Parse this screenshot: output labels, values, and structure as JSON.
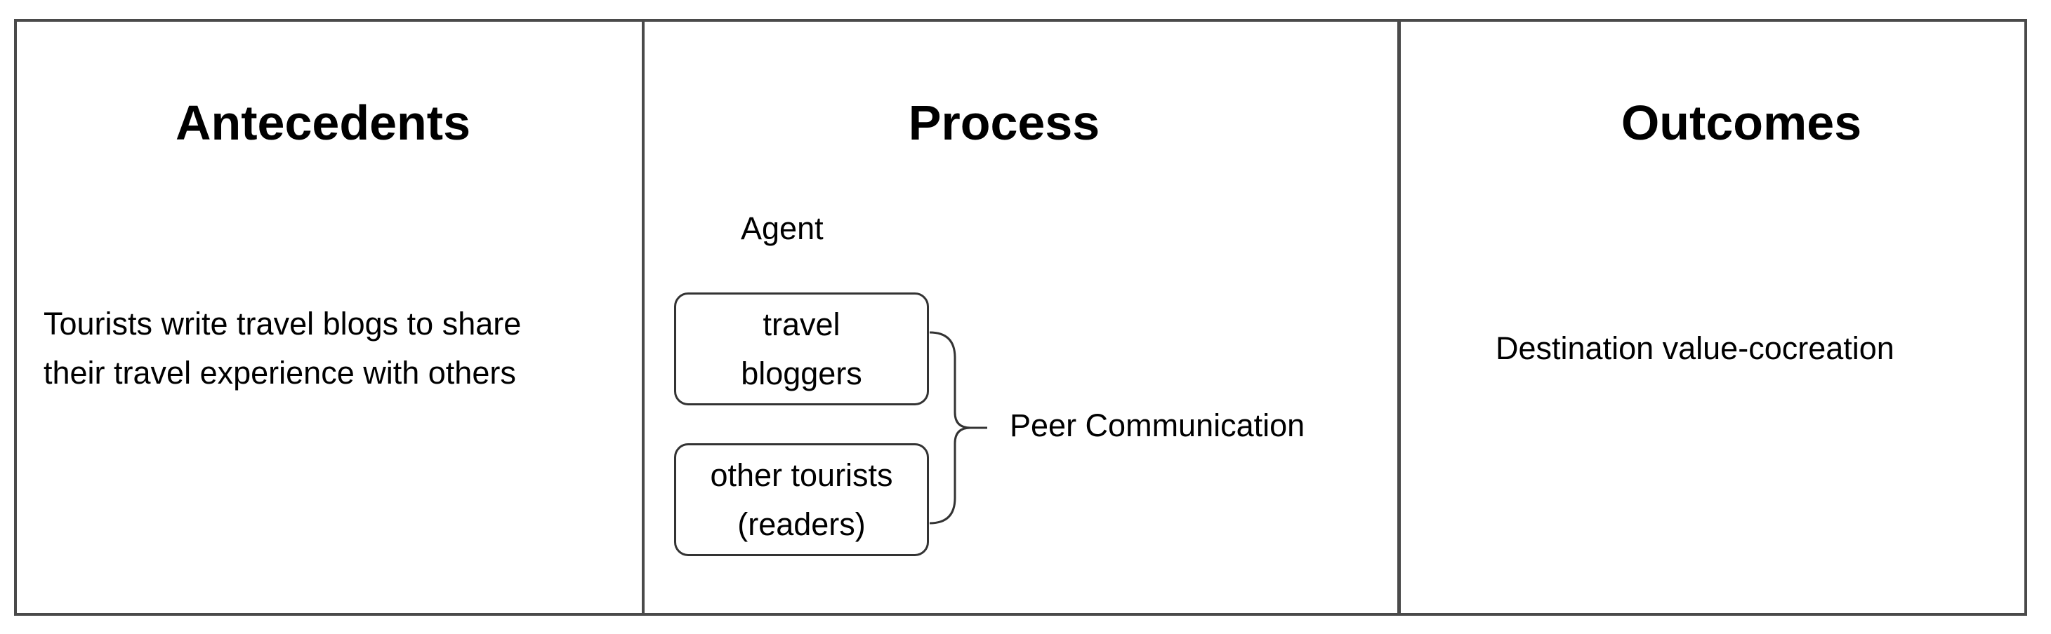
{
  "columns": {
    "antecedents": {
      "title": "Antecedents",
      "text": "Tourists write travel blogs to share\ntheir travel experience with others"
    },
    "process": {
      "title": "Process",
      "agent_label": "Agent",
      "agents": [
        {
          "label": "travel\nbloggers"
        },
        {
          "label": "other tourists\n(readers)"
        }
      ],
      "group_label": "Peer Communication"
    },
    "outcomes": {
      "title": "Outcomes",
      "text": "Destination value-cocreation"
    }
  },
  "colors": {
    "border": "#4a4a4a",
    "box_border": "#333333",
    "text": "#000000",
    "background": "#ffffff"
  }
}
